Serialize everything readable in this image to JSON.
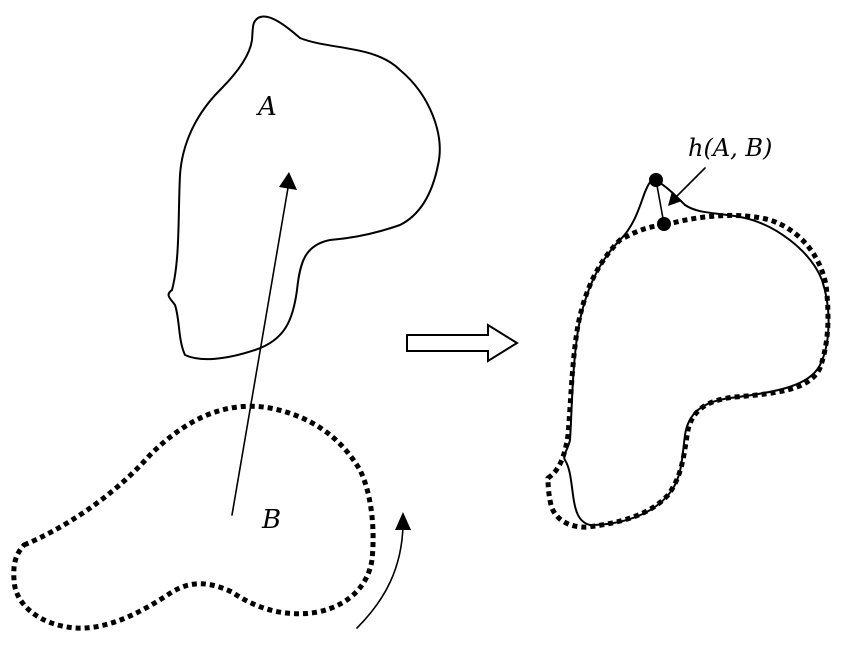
{
  "diagram": {
    "labels": {
      "shape_a": "A",
      "shape_b": "B",
      "hausdorff": "h(A, B)"
    },
    "colors": {
      "stroke": "#000000",
      "background": "#ffffff"
    }
  }
}
